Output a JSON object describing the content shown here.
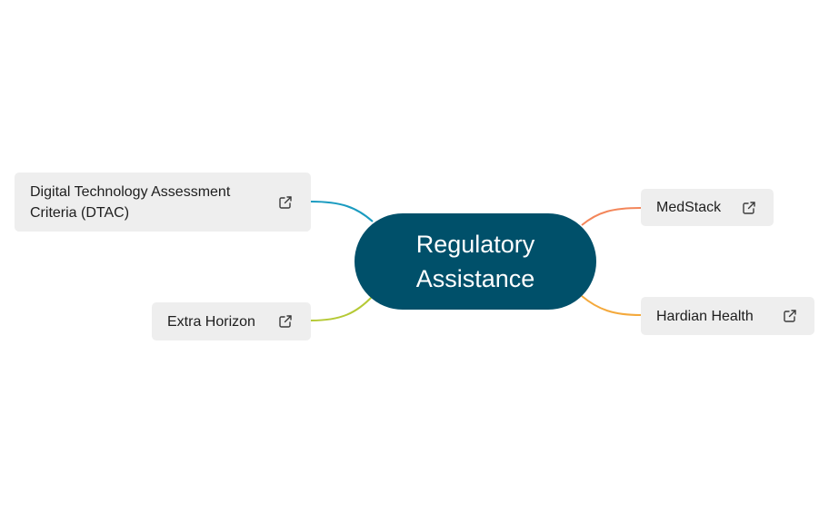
{
  "central_topic": {
    "label": "Regulatory Assistance",
    "color": "#00506a"
  },
  "topics": {
    "dtac": {
      "label": "Digital Technology Assessment Criteria (DTAC)",
      "icon": "external-link-icon",
      "branch_color": "#1a9bc0"
    },
    "extra_horizon": {
      "label": "Extra Horizon",
      "icon": "external-link-icon",
      "branch_color": "#b5c935"
    },
    "medstack": {
      "label": "MedStack",
      "icon": "external-link-icon",
      "branch_color": "#f3865a"
    },
    "hardian_health": {
      "label": "Hardian Health",
      "icon": "external-link-icon",
      "branch_color": "#f4a93c"
    }
  }
}
